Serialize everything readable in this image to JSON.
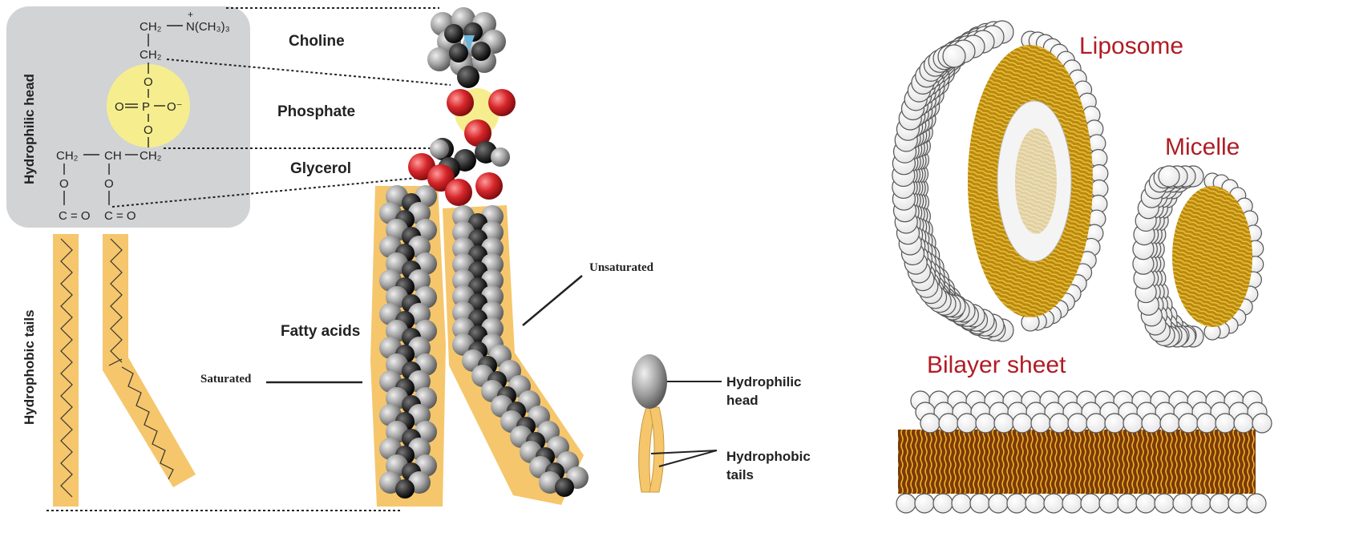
{
  "head_box": {
    "label": "Hydrophilic head",
    "choline_group": "N(CH₃)₃",
    "charge_plus": "+",
    "ch2_a": "CH₂",
    "ch2_b": "CH₂",
    "o_top": "O",
    "o_left": "O",
    "p": "P",
    "o_minus": "O⁻",
    "o_bottom": "O",
    "glycerol_left": "CH₂",
    "glycerol_mid": "CH",
    "glycerol_right": "CH₂",
    "ester_o1": "O",
    "ester_o2": "O",
    "carbonyl1": "C = O",
    "carbonyl2": "C = O"
  },
  "tails_label": "Hydrophobic tails",
  "molecule": {
    "choline": "Choline",
    "phosphate": "Phosphate",
    "glycerol": "Glycerol",
    "fatty_acids": "Fatty acids",
    "saturated": "Saturated",
    "unsaturated": "Unsaturated"
  },
  "icon": {
    "head_line1": "Hydrophilic",
    "head_line2": "head",
    "tails_line1": "Hydrophobic",
    "tails_line2": "tails"
  },
  "structures": {
    "liposome": "Liposome",
    "micelle": "Micelle",
    "bilayer": "Bilayer sheet"
  },
  "colors": {
    "head_box": "#d2d3d5",
    "phosphate_circle": "#f6ee8e",
    "tail_fill": "#f5c66b",
    "carbon": "#2a2a2a",
    "hydrogen": "#a8a8a8",
    "oxygen": "#d6262a",
    "nitrogen": "#6ab6dd",
    "lipid_tail": "#c89a14",
    "title_red": "#b01c24"
  }
}
